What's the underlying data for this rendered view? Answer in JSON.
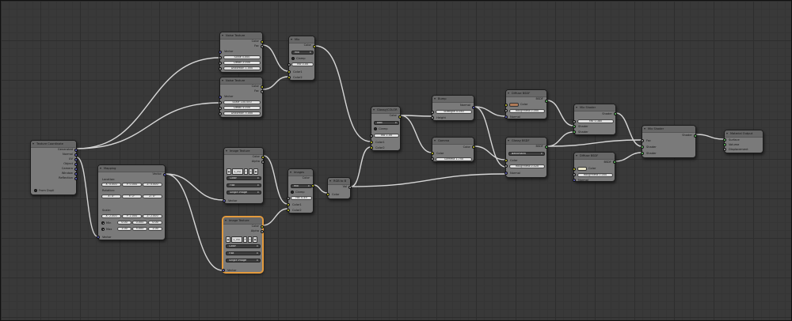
{
  "colors": {
    "canvas": "#393939",
    "node": "#7a7a7a",
    "header": "#676767",
    "active_border": "#e39a3d",
    "socket_color": "#c7c729",
    "socket_vector": "#6363c7",
    "socket_shader": "#63c763",
    "socket_float": "#a1a1a1",
    "diffuse_swatch_1": "#b07a58",
    "diffuse_swatch_2": "#e8e4c8"
  },
  "nodes": {
    "texture_coordinate": {
      "title": "Texture Coordinate",
      "outputs": [
        "Generated",
        "Normal",
        "UV",
        "Object",
        "Camera",
        "Window",
        "Reflection"
      ],
      "from_dupli": "From Dupli"
    },
    "mapping": {
      "title": "Mapping",
      "vector_out": "Vector",
      "location_label": "Location:",
      "location": [
        "X: 0.000",
        "Y: 0.000",
        "Z: 0.000"
      ],
      "rotation_label": "Rotation:",
      "rotation": [
        "X: 0°",
        "Y: 0°",
        "Z: 0°"
      ],
      "scale_label": "Scale:",
      "scale": [
        "X: 2.000",
        "Y: 2.000",
        "Z: 2.000"
      ],
      "min_label": "Min",
      "min": [
        "0.00",
        "0.000",
        "0.00"
      ],
      "max_label": "Max",
      "max": [
        "1.00",
        "5.000",
        "1.00"
      ],
      "vector_in": "Vector"
    },
    "noise_1": {
      "title": "Noise Texture",
      "outputs": [
        "Color",
        "Fac"
      ],
      "vector_in": "Vector",
      "fields": [
        "Scale 5.000",
        "Detail 2.000",
        "Distortion 1.000"
      ]
    },
    "noise_2": {
      "title": "Noise Texture",
      "outputs": [
        "Color",
        "Fac"
      ],
      "vector_in": "Vector",
      "fields": [
        "Scale 100.000",
        "Detail 5.000",
        "Distortion 5.000"
      ]
    },
    "mix_1": {
      "title": "Mix",
      "menu": "Mix",
      "clamp": "Clamp",
      "fac": "Fac 0.00",
      "inputs": [
        "Color1",
        "Color2"
      ],
      "output": "Color"
    },
    "image_1": {
      "title": "Image Texture",
      "outputs": [
        "Color",
        "Alpha"
      ],
      "image_name": "s_oho",
      "buttons": [
        "F",
        "✕",
        "▣"
      ],
      "menus": [
        "Color",
        "Flat",
        "Single Image"
      ],
      "vector_in": "Vector"
    },
    "image_2": {
      "title": "Image Texture",
      "outputs": [
        "Color",
        "Alpha"
      ],
      "image_name": "s_oho",
      "buttons": [
        "F",
        "✕",
        "▣"
      ],
      "menus": [
        "Color",
        "Flat",
        "Single Image"
      ],
      "vector_in": "Vector"
    },
    "mix_2": {
      "title": "Images",
      "menu": "Mix",
      "clamp": "Clamp",
      "fac": "Fac 0.49",
      "inputs": [
        "Color1",
        "Color2"
      ],
      "output": "Color"
    },
    "rgb_to_bw": {
      "title": "RGB to B",
      "output": "Val",
      "input": "Color"
    },
    "glossy_color": {
      "title": "Glossy/COLOR",
      "output": "Color",
      "menu": "Add",
      "clamp": "Clamp",
      "fac": "Fac 1.00",
      "inputs": [
        "Color1",
        "Color2"
      ]
    },
    "bump": {
      "title": "Bump",
      "output": "Normal",
      "strength": "Strength 0.050",
      "height": "Height"
    },
    "gamma": {
      "title": "Gamma",
      "output": "Color",
      "color_in": "Color",
      "gamma": "Gamma 1.750"
    },
    "diffuse_1": {
      "title": "Diffuse BSDF",
      "output": "BSDF",
      "color": "Color",
      "roughness": "Roughness 0.000",
      "normal": "Normal"
    },
    "glossy_bsdf": {
      "title": "Glossy BSDF",
      "output": "BSDF",
      "menu": "Beckmann",
      "color": "Color",
      "roughness": "Roughness 0.020",
      "normal": "Normal"
    },
    "mix_shader_1": {
      "title": "Mix Shader",
      "output": "Shader",
      "fac": "Fac 0.380",
      "inputs": [
        "Shader",
        "Shader"
      ]
    },
    "diffuse_2": {
      "title": "Diffuse BSDF",
      "output": "BSDF",
      "color": "Color",
      "roughness": "Roughness 0.000",
      "normal": "Normal"
    },
    "mix_shader_2": {
      "title": "Mix Shader",
      "output": "Shader",
      "inputs": [
        "Fac",
        "Shader",
        "Shader"
      ]
    },
    "material_output": {
      "title": "Material Output",
      "inputs": [
        "Surface",
        "Volume",
        "Displacement"
      ]
    }
  }
}
